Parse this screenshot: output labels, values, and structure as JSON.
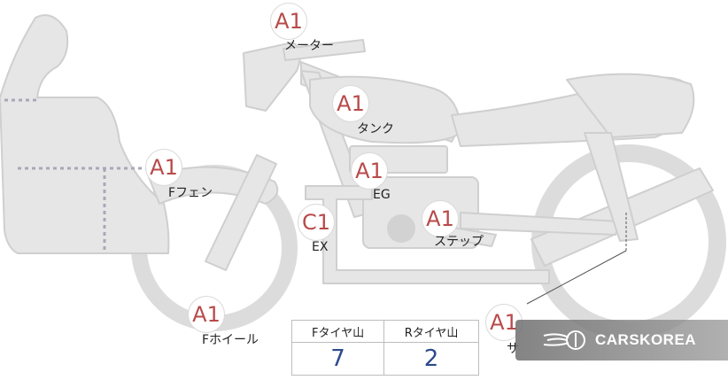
{
  "markers": {
    "meter": {
      "grade": "A1",
      "label": "メーター"
    },
    "tank": {
      "grade": "A1",
      "label": "タンク"
    },
    "f_fender": {
      "grade": "A1",
      "label": "Fフェン"
    },
    "eg": {
      "grade": "A1",
      "label": "EG"
    },
    "ex": {
      "grade": "C1",
      "label": "EX"
    },
    "step": {
      "grade": "A1",
      "label": "ステップ"
    },
    "f_wheel": {
      "grade": "A1",
      "label": "Fホイール"
    },
    "side": {
      "grade": "A1",
      "label": "サ"
    }
  },
  "tire_table": {
    "front_header": "Fタイヤ山",
    "rear_header": "Rタイヤ山",
    "front_value": "7",
    "rear_value": "2"
  },
  "watermark": {
    "text": "CARSKOREA"
  },
  "colors": {
    "body_fill": "#e6e6e6",
    "outline": "#cfcfcf",
    "grade_text": "#b84a4a",
    "tire_value": "#2c4a8c"
  }
}
